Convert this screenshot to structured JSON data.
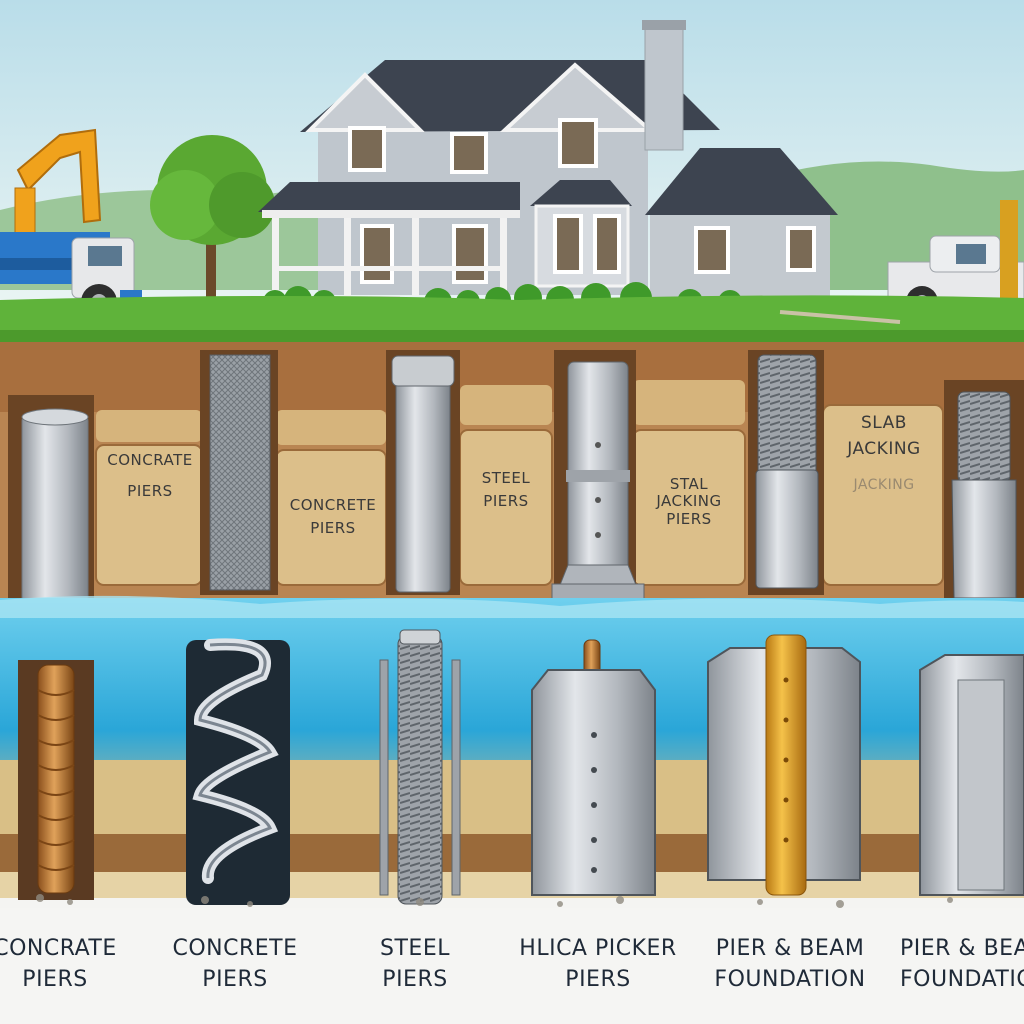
{
  "soil_labels": {
    "label_1": {
      "line1": "CONCRATE",
      "line2": "PIERS"
    },
    "label_2": {
      "line1": "CONCRETE",
      "line2": "PIERS"
    },
    "label_3": {
      "line1": "STEEL",
      "line2": "PIERS"
    },
    "label_4": {
      "line1": "STAL",
      "line2": "JACKING",
      "line3": "PIERS"
    },
    "label_5": {
      "line1": "SLAB",
      "line2": "JACKING",
      "line3": "JACKING"
    }
  },
  "bottom_labels": {
    "label_1": {
      "line1": "CONCRATE",
      "line2": "PIERS"
    },
    "label_2": {
      "line1": "CONCRETE",
      "line2": "PIERS"
    },
    "label_3": {
      "line1": "STEEL",
      "line2": "PIERS"
    },
    "label_4": {
      "line1": "HLICA PICKER",
      "line2": "PIERS"
    },
    "label_5": {
      "line1": "PIER & BEAM",
      "line2": "FOUNDATION"
    },
    "label_6": {
      "line1": "PIER & BEAM",
      "line2": "FOUNDATION"
    }
  },
  "colors": {
    "sky": "#cfe6ee",
    "grass": "#5fb33a",
    "soil": "#c99a63",
    "soil_dark": "#8f5a2e",
    "water": "#3fb6e0",
    "steel": "#b9bec4",
    "copper": "#c98a3a",
    "gold": "#e8a61e",
    "crane": "#f0a21c",
    "truck_blue": "#2a78c9"
  }
}
